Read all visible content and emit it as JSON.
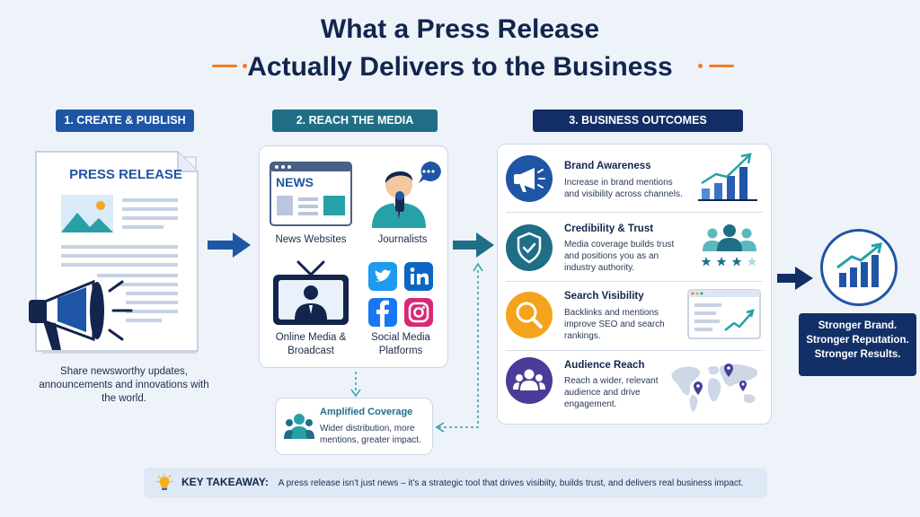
{
  "title": {
    "line1": "What a Press Release",
    "line2": "Actually Delivers to the Business"
  },
  "colors": {
    "navy": "#13254d",
    "step1": "#1f55a5",
    "step2": "#1f6e86",
    "step3": "#132e66",
    "orange": "#f07b23",
    "teal": "#27a0a8"
  },
  "step1": {
    "header": "1. CREATE & PUBLISH",
    "doc_title": "PRESS RELEASE",
    "caption": "Share newsworthy updates, announcements and innovations with the world."
  },
  "step2": {
    "header": "2. REACH THE MEDIA",
    "news_sign": "NEWS",
    "channels": [
      {
        "label": "News Websites"
      },
      {
        "label": "Journalists"
      },
      {
        "label": "Online Media & Broadcast"
      },
      {
        "label": "Social Media Platforms"
      }
    ],
    "amplified": {
      "title": "Amplified Coverage",
      "desc": "Wider distribution, more mentions, greater impact."
    }
  },
  "step3": {
    "header": "3. BUSINESS OUTCOMES",
    "outcomes": [
      {
        "title": "Brand Awareness",
        "desc": "Increase in brand mentions and visibility across channels.",
        "icon": "megaphone-icon"
      },
      {
        "title": "Credibility & Trust",
        "desc": "Media coverage builds trust and positions you as an industry authority.",
        "icon": "shield-check-icon"
      },
      {
        "title": "Search Visibility",
        "desc": "Backlinks and mentions improve SEO and search rankings.",
        "icon": "magnifier-icon"
      },
      {
        "title": "Audience Reach",
        "desc": "Reach a wider, relevant audience and drive engagement.",
        "icon": "people-icon"
      }
    ]
  },
  "result": {
    "line1": "Stronger Brand.",
    "line2": "Stronger Reputation.",
    "line3": "Stronger Results."
  },
  "takeaway": {
    "label": "KEY TAKEAWAY:",
    "text": "A press release isn't just news – it's a strategic tool that drives visibiity, builds trust, and delivers real business impact."
  }
}
